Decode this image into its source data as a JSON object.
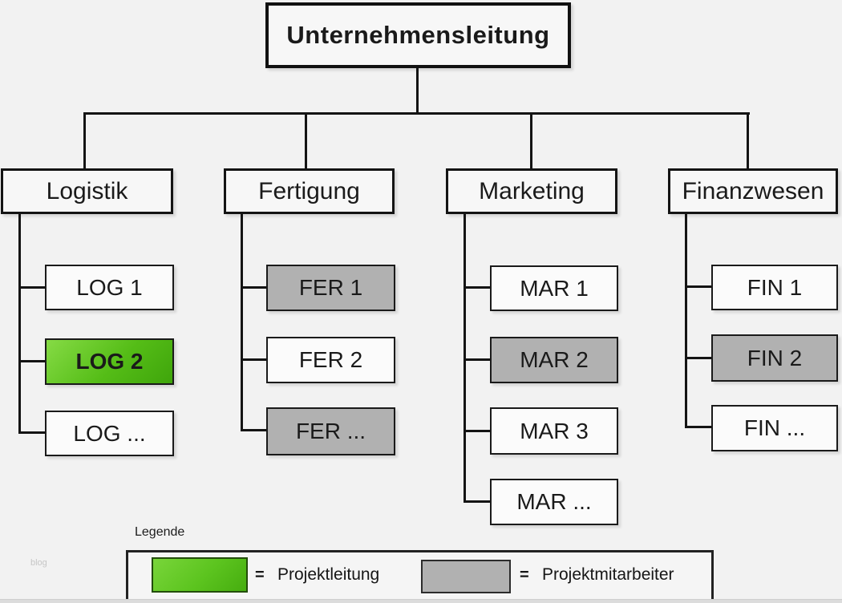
{
  "title": "Unternehmensleitung",
  "departments": [
    {
      "name": "Logistik",
      "children": [
        {
          "label": "LOG 1",
          "type": "normal"
        },
        {
          "label": "LOG 2",
          "type": "leader"
        },
        {
          "label": "LOG ...",
          "type": "normal"
        }
      ]
    },
    {
      "name": "Fertigung",
      "children": [
        {
          "label": "FER 1",
          "type": "member"
        },
        {
          "label": "FER 2",
          "type": "normal"
        },
        {
          "label": "FER ...",
          "type": "member"
        }
      ]
    },
    {
      "name": "Marketing",
      "children": [
        {
          "label": "MAR 1",
          "type": "normal"
        },
        {
          "label": "MAR 2",
          "type": "member"
        },
        {
          "label": "MAR 3",
          "type": "normal"
        },
        {
          "label": "MAR ...",
          "type": "normal"
        }
      ]
    },
    {
      "name": "Finanzwesen",
      "children": [
        {
          "label": "FIN 1",
          "type": "normal"
        },
        {
          "label": "FIN 2",
          "type": "member"
        },
        {
          "label": "FIN ...",
          "type": "normal"
        }
      ]
    }
  ],
  "legend": {
    "heading": "Legende",
    "items": [
      {
        "equals": "=",
        "label": "Projektleitung",
        "swatch": "green",
        "color_hex": "#5cc41f"
      },
      {
        "equals": "=",
        "label": "Projektmitarbeiter",
        "swatch": "gray",
        "color_hex": "#b1b1b1"
      }
    ]
  },
  "watermark": "blog",
  "colors": {
    "background": "#f2f2f2",
    "line": "#141414",
    "leader_green_light": "#79d53a",
    "leader_green_dark": "#46ad0f",
    "member_gray": "#b1b1b1"
  }
}
